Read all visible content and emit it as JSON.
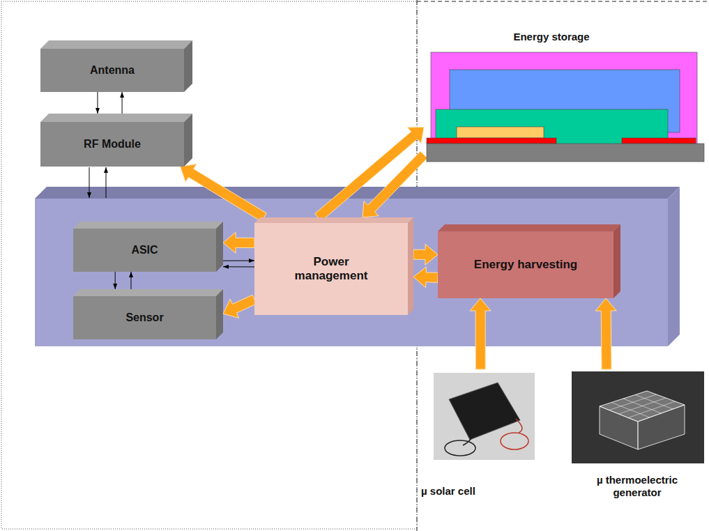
{
  "diagram": {
    "nodes": [
      {
        "text": [
          "Antenna"
        ]
      },
      {
        "text": [
          "Energy storage"
        ]
      },
      {
        "text": [
          "RF Module"
        ]
      },
      {
        "text": [
          "ASIC"
        ]
      },
      {
        "text": [
          "Power management"
        ]
      },
      {
        "text": [
          "Energy harvesting"
        ]
      },
      {
        "text": [
          "Sensor"
        ]
      },
      {
        "text": [
          "µ solar cell"
        ]
      },
      {
        "text": [
          "µ thermoelectric generator"
        ]
      }
    ],
    "edges": [
      {
        "from": 0,
        "to": 2,
        "arrow": "to"
      },
      {
        "from": 2,
        "to": 0,
        "arrow": "to"
      },
      {
        "from": 4,
        "to": 2,
        "arrow": "to"
      },
      {
        "from": 4,
        "to": 1,
        "arrow": "to"
      },
      {
        "from": 1,
        "to": 4,
        "arrow": "to"
      },
      {
        "from": 4,
        "to": 3,
        "arrow": "to"
      },
      {
        "from": 3,
        "to": 4,
        "arrow": "to"
      },
      {
        "from": 4,
        "to": 3,
        "arrow": "to"
      },
      {
        "from": 3,
        "to": 6,
        "arrow": "to"
      },
      {
        "from": 6,
        "to": 3,
        "arrow": "to"
      },
      {
        "from": 4,
        "to": 6,
        "arrow": "to"
      },
      {
        "from": 4,
        "to": 5,
        "arrow": "to"
      },
      {
        "from": 5,
        "to": 4,
        "arrow": "to"
      },
      {
        "from": 7,
        "to": 5,
        "arrow": "to"
      },
      {
        "from": 8,
        "to": 5,
        "arrow": "to"
      }
    ]
  }
}
